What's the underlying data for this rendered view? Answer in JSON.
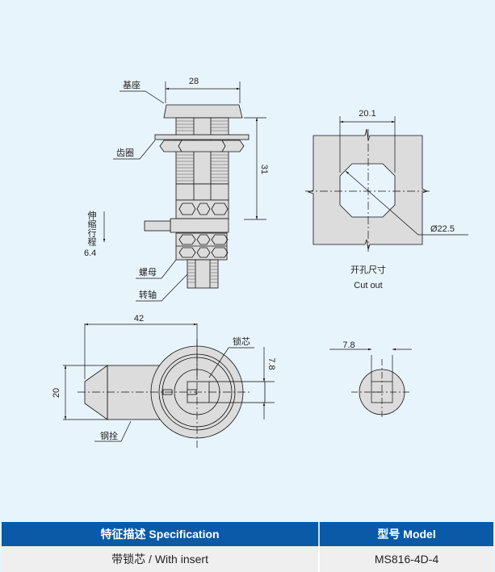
{
  "drawing": {
    "side_view": {
      "dim_width": "28",
      "dim_height": "31",
      "label_base": "基座",
      "label_gear_ring": "齿圈",
      "label_stroke": "伸缩行程",
      "stroke_value": "6.4",
      "label_nut": "螺母",
      "label_shaft": "转轴"
    },
    "cutout": {
      "dim_width": "20.1",
      "dim_diameter": "Ø22.5",
      "title_cn": "开孔尺寸",
      "title_en": "Cut out"
    },
    "front_view": {
      "dim_length": "42",
      "dim_height": "20",
      "dim_key": "7.8",
      "label_core": "锁芯",
      "label_bolt": "钢拴"
    },
    "shaft_end_view": {
      "dim_key": "7.8"
    }
  },
  "table": {
    "headers": [
      "特征描述 Specification",
      "型号 Model"
    ],
    "rows": [
      [
        "带锁芯 / With insert",
        "MS816-4D-4"
      ]
    ]
  },
  "colors": {
    "background": "#e8f4fc",
    "header": "#0a5aa8",
    "part_fill": "#dcdcdc"
  }
}
